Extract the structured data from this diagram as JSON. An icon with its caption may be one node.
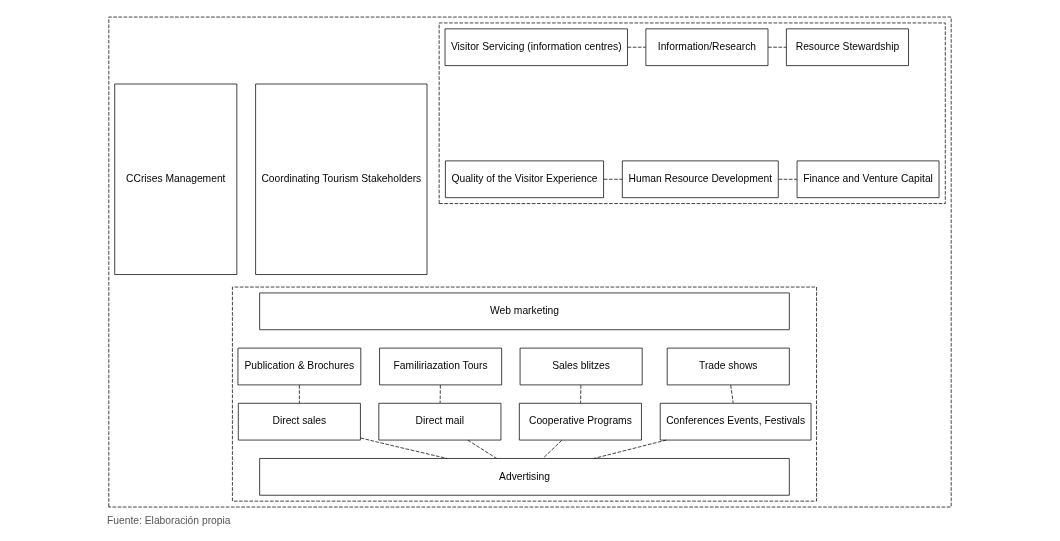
{
  "diagram": {
    "caption": "Fuente: Elaboración propia",
    "nodes": [
      {
        "text": [],
        "shape": "box"
      },
      {
        "text": [
          "Coordinating Tourism Stakeholders"
        ],
        "in": 0
      },
      {
        "text": [],
        "shape": "box",
        "in": 0
      },
      {
        "text": [
          "Visitor Servicing (information centres)"
        ],
        "in": 2
      },
      {
        "text": [
          "Information/Research"
        ],
        "in": 2
      },
      {
        "text": [
          "Resource Stewardship"
        ],
        "in": 2
      },
      {
        "text": [
          "Quality of the Visitor Experience"
        ],
        "in": 2
      },
      {
        "text": [
          "Human Resource Development"
        ],
        "in": 2
      },
      {
        "text": [
          "Finance and Venture Capital"
        ],
        "in": 2
      },
      {
        "text": [],
        "shape": "box",
        "in": 0
      },
      {
        "text": [
          "Web marketing"
        ],
        "in": 9
      },
      {
        "text": [
          "Publication & Brochures"
        ],
        "in": 9
      },
      {
        "text": [
          "Familiriazation Tours"
        ],
        "in": 9
      },
      {
        "text": [
          "Sales blitzes"
        ],
        "in": 9
      },
      {
        "text": [
          "Trade shows"
        ],
        "in": 9
      },
      {
        "text": [
          "Direct sales"
        ],
        "in": 9
      },
      {
        "text": [
          "Direct mail"
        ],
        "in": 9
      },
      {
        "text": [
          "Cooperative Programs"
        ],
        "in": 9
      },
      {
        "text": [
          "Conferences Events, Festivals"
        ],
        "in": 9
      },
      {
        "text": [
          "Advertising"
        ],
        "in": 9
      },
      {
        "text": [
          "CCrises Management"
        ],
        "in": 0
      }
    ],
    "edges": [
      {
        "from": 3,
        "to": 4,
        "arrow": "none",
        "style": "dashed"
      },
      {
        "from": 4,
        "to": 5,
        "arrow": "none",
        "style": "dashed"
      },
      {
        "from": 6,
        "to": 7,
        "arrow": "none",
        "style": "dashed"
      },
      {
        "from": 7,
        "to": 8,
        "arrow": "none",
        "style": "dashed"
      },
      {
        "from": 11,
        "to": 15,
        "arrow": "none",
        "style": "dashed"
      },
      {
        "from": 12,
        "to": 16,
        "arrow": "none",
        "style": "dashed"
      },
      {
        "from": 13,
        "to": 17,
        "arrow": "none",
        "style": "dashed"
      },
      {
        "from": 14,
        "to": 18,
        "arrow": "none",
        "style": "dashed"
      },
      {
        "from": 15,
        "to": 19,
        "arrow": "none",
        "style": "dashed"
      },
      {
        "from": 16,
        "to": 19,
        "arrow": "none",
        "style": "dashed"
      },
      {
        "from": 17,
        "to": 19,
        "arrow": "none",
        "style": "dashed"
      },
      {
        "from": 18,
        "to": 19,
        "arrow": "none",
        "style": "dashed"
      }
    ]
  }
}
